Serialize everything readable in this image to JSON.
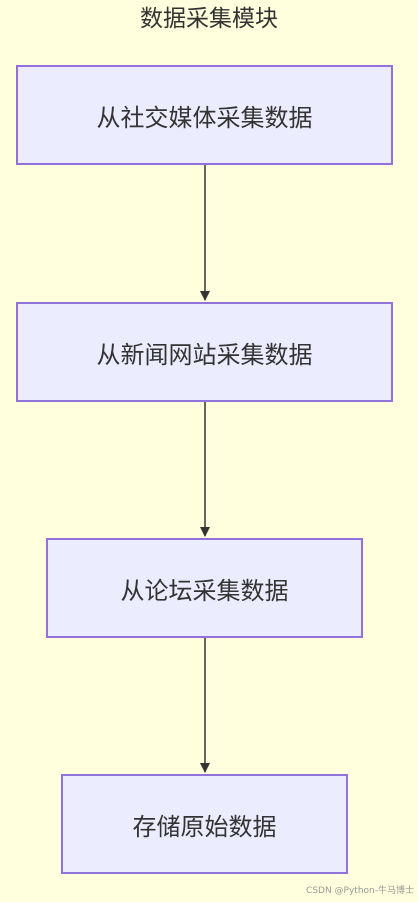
{
  "title": "数据采集模块",
  "nodes": [
    {
      "id": "social-media",
      "label": "从社交媒体采集数据"
    },
    {
      "id": "news-sites",
      "label": "从新闻网站采集数据"
    },
    {
      "id": "forums",
      "label": "从论坛采集数据"
    },
    {
      "id": "store-raw",
      "label": "存储原始数据"
    }
  ],
  "edges": [
    {
      "from": "social-media",
      "to": "news-sites"
    },
    {
      "from": "news-sites",
      "to": "forums"
    },
    {
      "from": "forums",
      "to": "store-raw"
    }
  ],
  "colors": {
    "background": "#ffffde",
    "node_fill": "#ececff",
    "node_border": "#9370db",
    "edge": "#333333",
    "text": "#333333"
  },
  "watermark": "CSDN @Python-牛马博士"
}
